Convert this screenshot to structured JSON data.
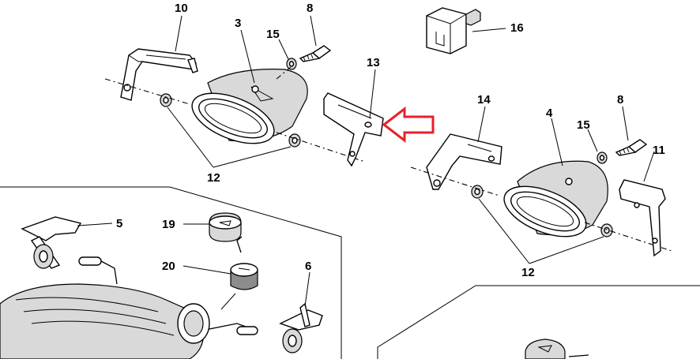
{
  "callouts": [
    {
      "id": "c10",
      "text": "10"
    },
    {
      "id": "c3",
      "text": "3"
    },
    {
      "id": "c8a",
      "text": "8"
    },
    {
      "id": "c15a",
      "text": "15"
    },
    {
      "id": "c16",
      "text": "16"
    },
    {
      "id": "c13",
      "text": "13"
    },
    {
      "id": "c14",
      "text": "14"
    },
    {
      "id": "c4",
      "text": "4"
    },
    {
      "id": "c8b",
      "text": "8"
    },
    {
      "id": "c15b",
      "text": "15"
    },
    {
      "id": "c11",
      "text": "11"
    },
    {
      "id": "c12a",
      "text": "12"
    },
    {
      "id": "c12b",
      "text": "12"
    },
    {
      "id": "c5",
      "text": "5"
    },
    {
      "id": "c19",
      "text": "19"
    },
    {
      "id": "c20",
      "text": "20"
    },
    {
      "id": "c6",
      "text": "6"
    }
  ],
  "colors": {
    "highlight_arrow": "#e8202a",
    "ink": "#000000",
    "shade": "#d9d9d9"
  }
}
